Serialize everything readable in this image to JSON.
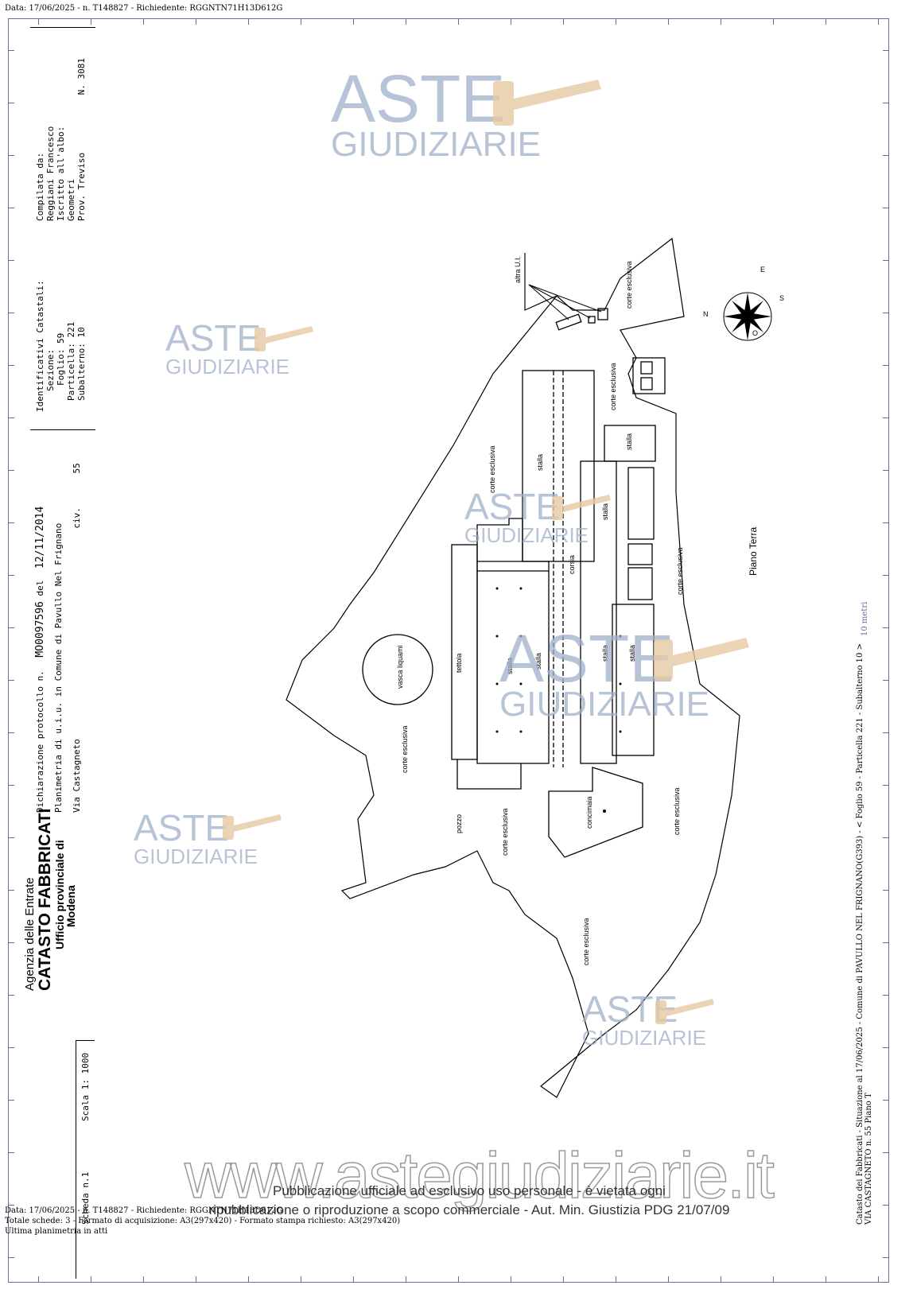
{
  "header": {
    "top_line": "Data: 17/06/2025 - n. T148827 - Richiedente: RGGNTN71H13D612G"
  },
  "agency": {
    "name": "Agenzia delle Entrate",
    "title": "CATASTO FABBRICATI",
    "office": "Ufficio provinciale di",
    "city": "Modena"
  },
  "declaration": {
    "line1": "Dichiarazione protocollo n.",
    "protocol_number": "MO0097596",
    "del": "del",
    "date": "12/11/2014",
    "line2": "Planimetria di u.i.u. in Comune di Pavullo Nel Frignano",
    "street": "Via Castagneto",
    "civ_label": "civ.",
    "civ": "55"
  },
  "identifiers": {
    "heading": "Identificativi Catastali:",
    "sezione": "Sezione:",
    "foglio": "Foglio: 59",
    "particella": "Particella: 221",
    "subalterno": "Subalterno: 10"
  },
  "compiler": {
    "heading": "Compilata da:",
    "name": "Reggiani Francesco",
    "albo": "Iscritto all'albo:",
    "profession": "Geometri",
    "province": "Prov. Treviso",
    "number": "N. 3081"
  },
  "scale": {
    "label": "Scala 1: 1000",
    "sheet": "Scheda n.1"
  },
  "plan": {
    "floor": "Piano Terra",
    "labels": {
      "altra_ui": "altra U.I.",
      "corte_esclusiva": "corte esclusiva",
      "stalla": "stalla",
      "corsia": "corsia",
      "tettoia": "tettoia",
      "vasca": "vasca liquami",
      "concimaia": "concimaia",
      "pozzo": "pozzo"
    },
    "compass_labels": [
      "N",
      "E",
      "S",
      "O"
    ]
  },
  "right_margin": {
    "scale_text": "10 metri",
    "line1": "Catasto dei Fabbricati - Situazione al 17/06/2025 - Comune di PAVULLO NEL FRIGNANO(G393) - < Foglio 59 - Particella 221 - Subalterno 10 >",
    "line2": "VIA CASTAGNETO n. 55 Piano T"
  },
  "footer": {
    "line1": "Data: 17/06/2025 - n. T148827 - Richiedente: RGGNTN71H13D612G",
    "line2": "Totale schede: 3 - Formato di acquisizione: A3(297x420) - Formato stampa richiesto: A3(297x420)",
    "line3": "Ultima planimetria in atti"
  },
  "watermarks": {
    "aste": "ASTE",
    "giudiziarie": "GIUDIZIARIE",
    "site": "www.astegiudiziarie.it",
    "disclaimer_line1": "Pubblicazione ufficiale ad esclusivo uso personale - è vietata ogni",
    "disclaimer_line2": "ripubblicazione o riproduzione a scopo commerciale - Aut. Min. Giustizia PDG 21/07/09"
  },
  "colors": {
    "frame": "#6a6a9a",
    "watermark": "#9fb0c9",
    "gavel": "#e7c9a3"
  }
}
